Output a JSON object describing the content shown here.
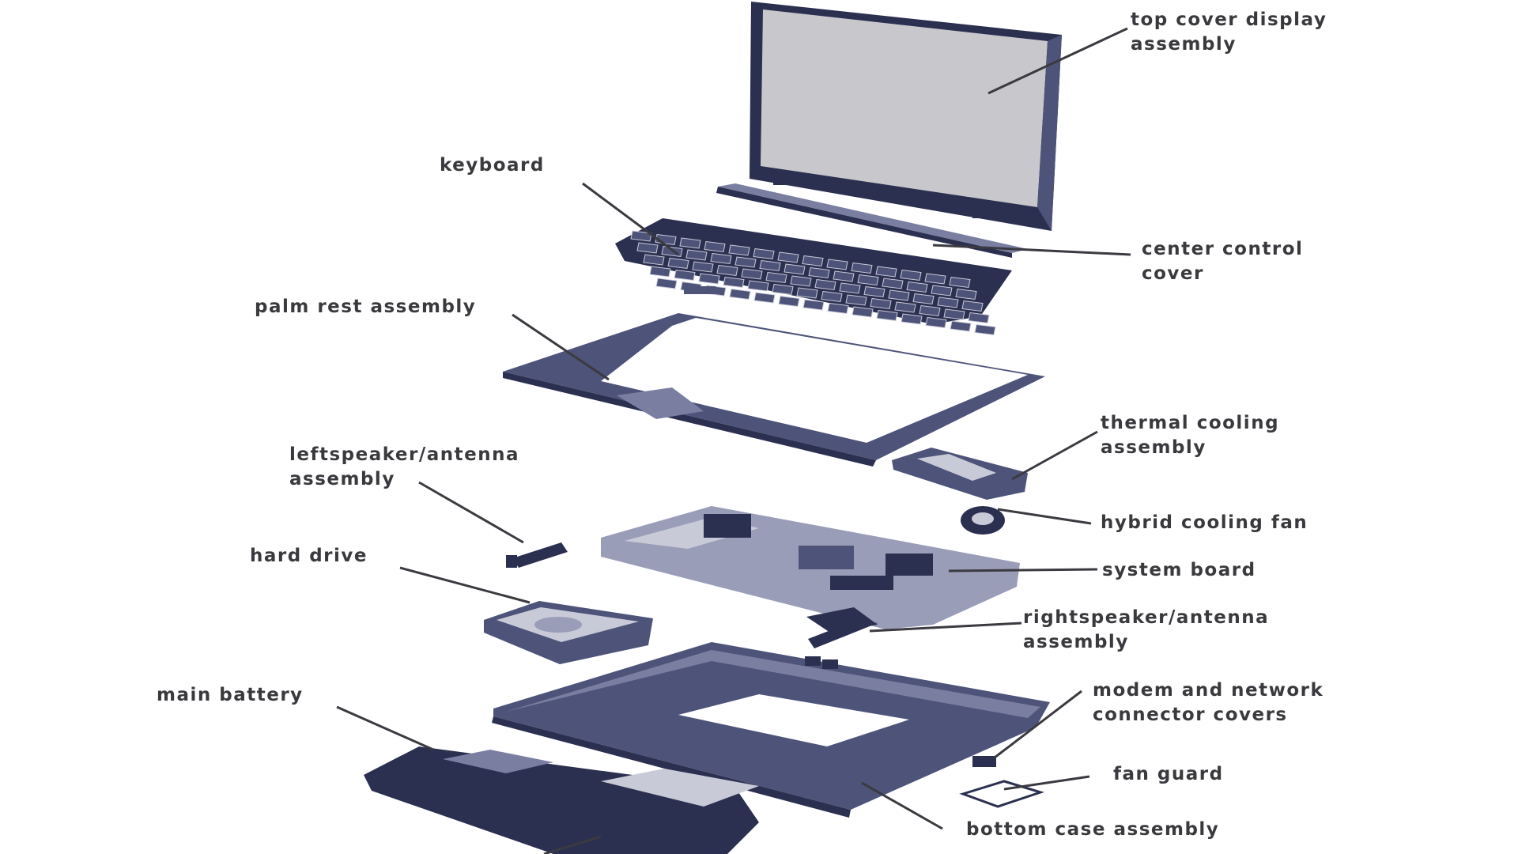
{
  "colors": {
    "part_fill": "#4e5479",
    "part_dark": "#2c3050",
    "part_light": "#c9cad8",
    "part_mid": "#7a7fa2",
    "screen": "#c8c8cc",
    "leader": "#3a3a40",
    "label": "#3a3a3e"
  },
  "labels": {
    "top_cover_display_assembly": [
      "top cover display",
      "assembly"
    ],
    "keyboard": [
      "keyboard"
    ],
    "center_control_cover": [
      "center control",
      "cover"
    ],
    "palm_rest_assembly": [
      "palm rest assembly"
    ],
    "thermal_cooling_assembly": [
      "thermal cooling",
      "assembly"
    ],
    "left_speaker_antenna_assembly": [
      "leftspeaker/antenna",
      "assembly"
    ],
    "hybrid_cooling_fan": [
      "hybrid cooling fan"
    ],
    "hard_drive": [
      "hard drive"
    ],
    "system_board": [
      "system board"
    ],
    "right_speaker_antenna_assembly": [
      "rightspeaker/antenna",
      "assembly"
    ],
    "main_battery": [
      "main battery"
    ],
    "modem_and_network_connector_covers": [
      "modem and network",
      "connector covers"
    ],
    "fan_guard": [
      "fan guard"
    ],
    "bottom_case_assembly": [
      "bottom case assembly"
    ]
  }
}
